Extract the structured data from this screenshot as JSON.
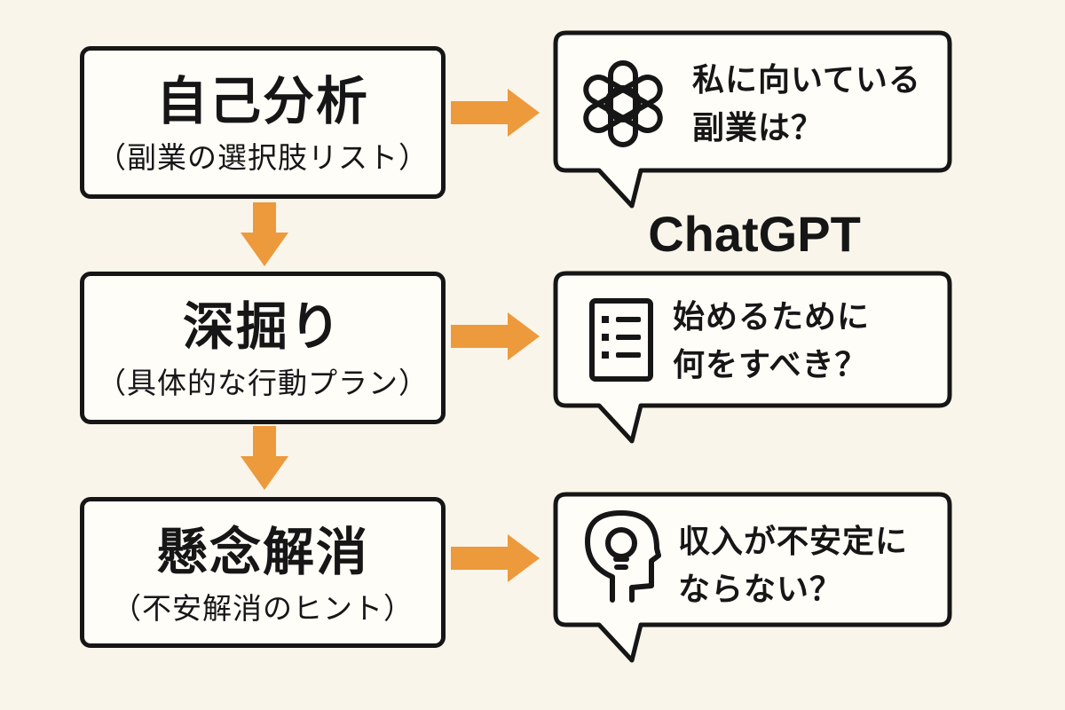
{
  "steps": [
    {
      "title": "自己分析",
      "subtitle": "（副業の選択肢リスト）"
    },
    {
      "title": "深掘り",
      "subtitle": "（具体的な行動プラン）"
    },
    {
      "title": "懸念解消",
      "subtitle": "（不安解消のヒント）"
    }
  ],
  "bubbles": [
    {
      "icon": "openai-logo-icon",
      "line1": "私に向いている",
      "line2": "副業は？"
    },
    {
      "icon": "checklist-icon",
      "line1": "始めるために",
      "line2": "何をすべき？"
    },
    {
      "icon": "head-lightbulb-icon",
      "line1": "収入が不安定に",
      "line2": "ならない？"
    }
  ],
  "brand": "ChatGPT",
  "colors": {
    "background": "#faf5ea",
    "box_fill": "#fefdf8",
    "stroke": "#161616",
    "arrow": "#ec9a3c"
  }
}
